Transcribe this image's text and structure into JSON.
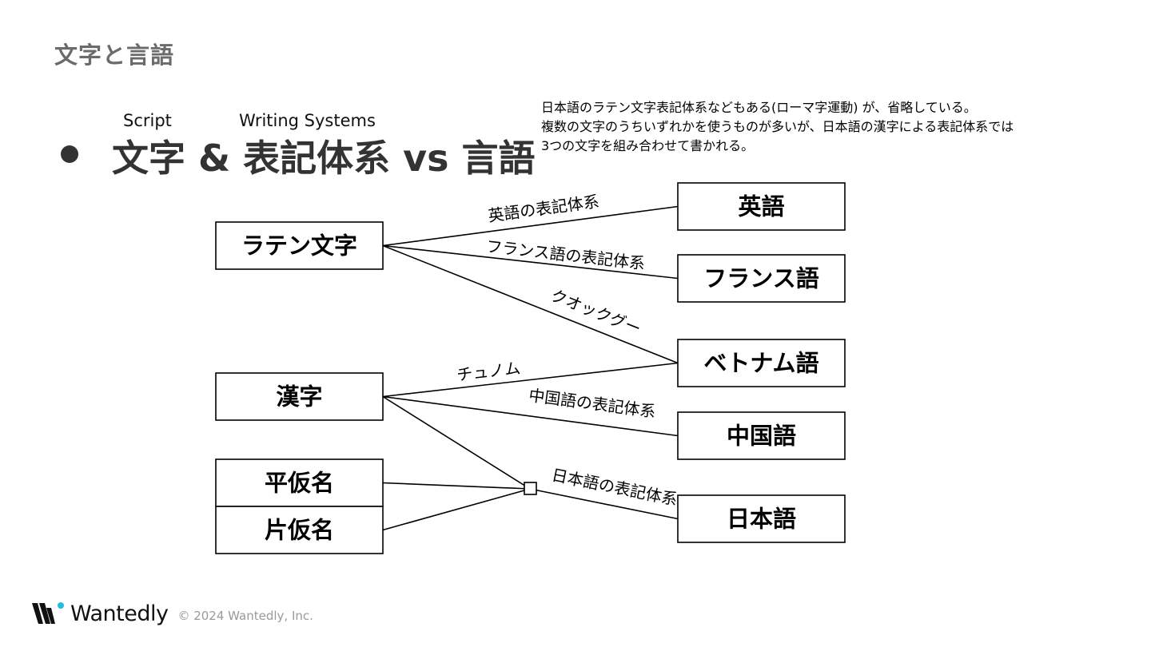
{
  "section_title": "文字と言語",
  "labels": {
    "script": "Script",
    "writing_systems": "Writing Systems"
  },
  "heading": "文字 & 表記体系 vs 言語",
  "note_lines": [
    "日本語のラテン文字表記体系などもある(ローマ字運動) が、省略している。",
    "複数の文字のうちいずれかを使うものが多いが、日本語の漢字による表記体系では",
    "3つの文字を組み合わせて書かれる。"
  ],
  "scripts": [
    {
      "id": "latin",
      "label": "ラテン文字"
    },
    {
      "id": "kanji",
      "label": "漢字"
    },
    {
      "id": "hiragana",
      "label": "平仮名"
    },
    {
      "id": "katakana",
      "label": "片仮名"
    }
  ],
  "languages": [
    {
      "id": "english",
      "label": "英語"
    },
    {
      "id": "french",
      "label": "フランス語"
    },
    {
      "id": "vietnamese",
      "label": "ベトナム語"
    },
    {
      "id": "chinese",
      "label": "中国語"
    },
    {
      "id": "japanese",
      "label": "日本語"
    }
  ],
  "writing_systems": [
    {
      "from": "latin",
      "to": "english",
      "label": "英語の表記体系"
    },
    {
      "from": "latin",
      "to": "french",
      "label": "フランス語の表記体系"
    },
    {
      "from": "latin",
      "to": "vietnamese",
      "label": "クオックグー"
    },
    {
      "from": "kanji",
      "to": "vietnamese",
      "label": "チュノム"
    },
    {
      "from": "kanji",
      "to": "chinese",
      "label": "中国語の表記体系"
    },
    {
      "from": "junction",
      "to": "japanese",
      "label": "日本語の表記体系"
    }
  ],
  "footer": {
    "logo_text": "Wantedly",
    "copyright": "© 2024 Wantedly, Inc."
  }
}
